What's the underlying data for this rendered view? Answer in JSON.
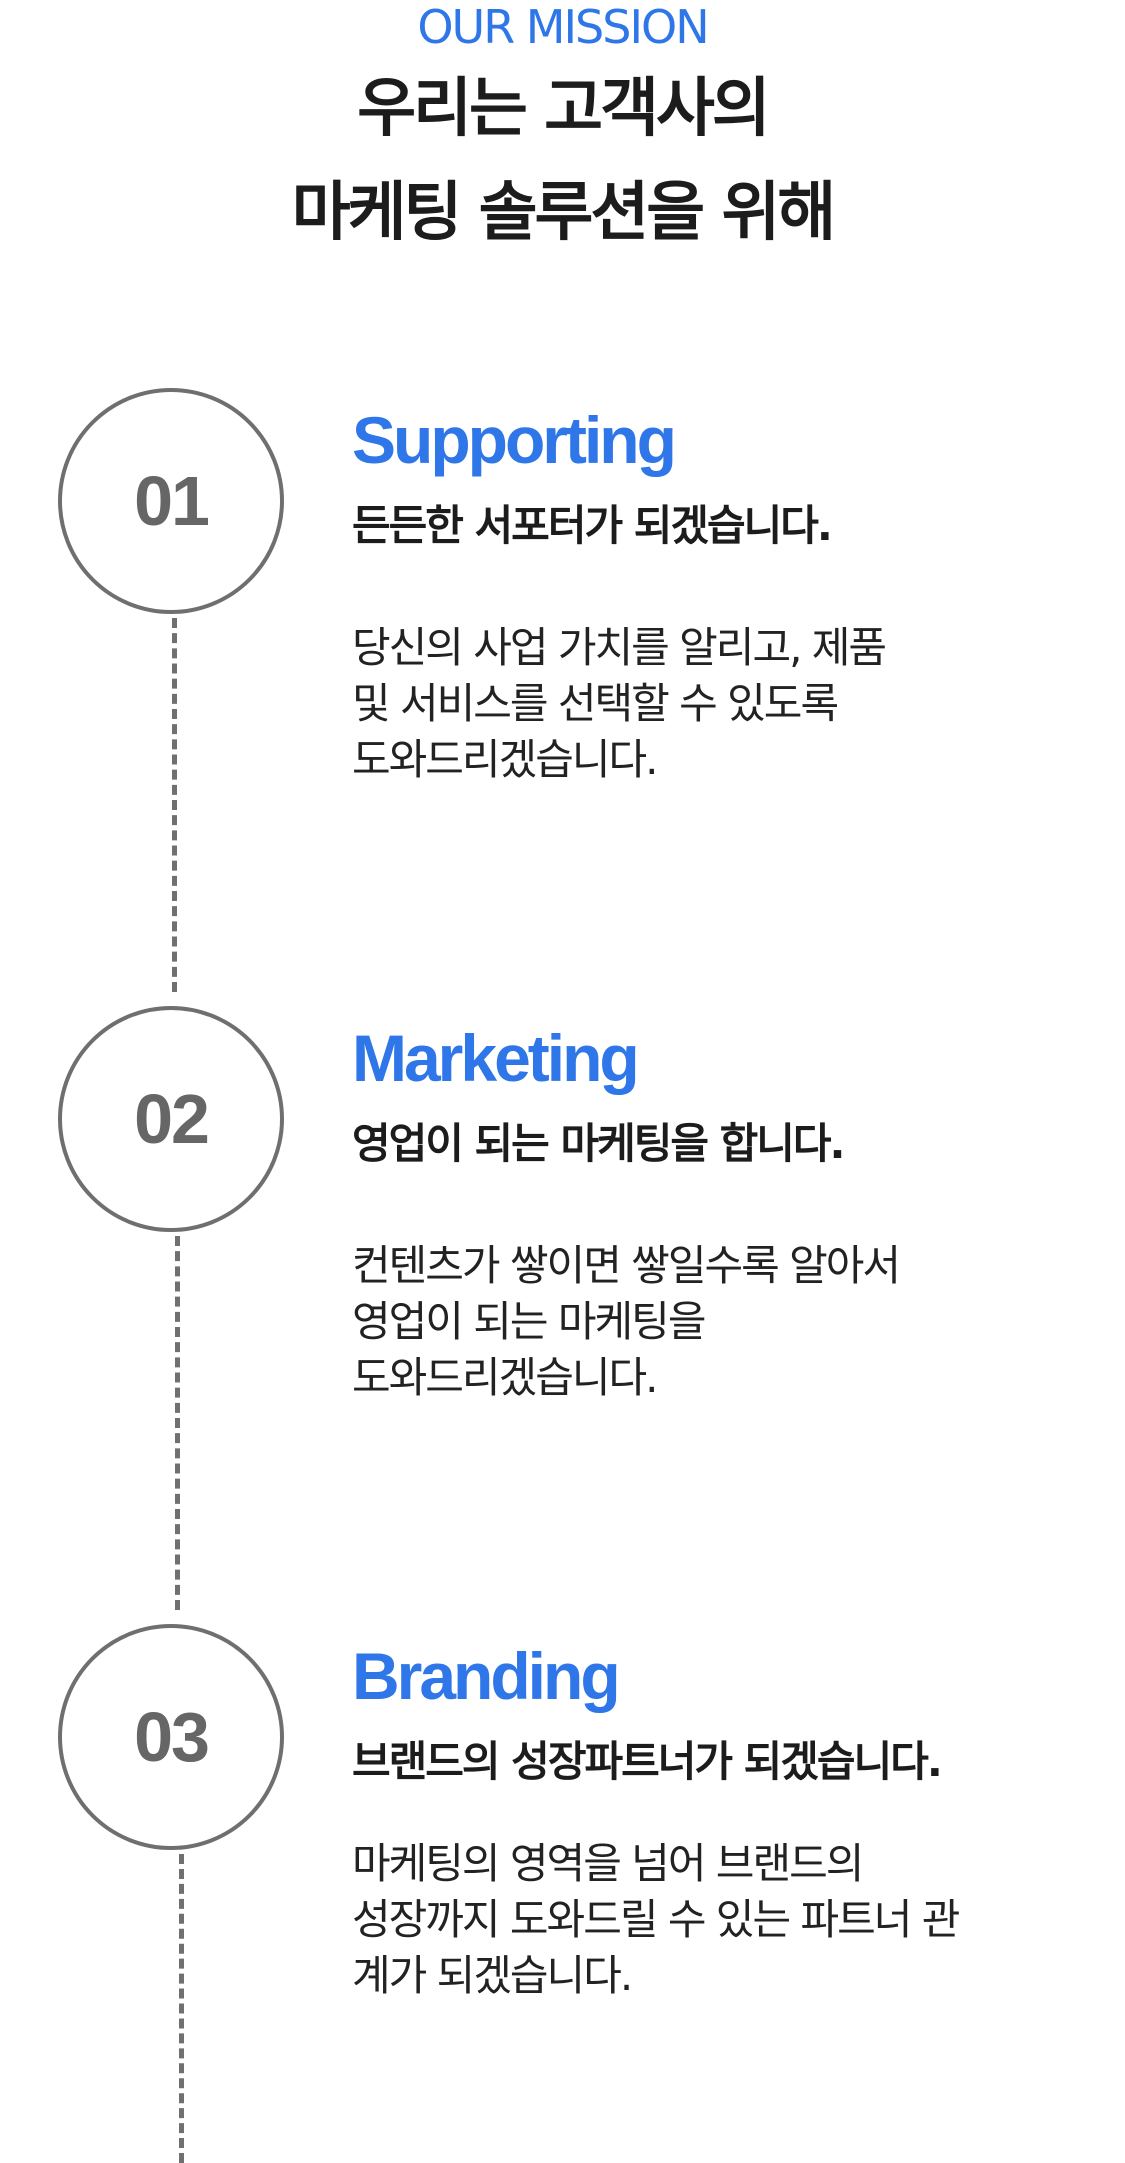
{
  "header": {
    "eyebrow": "OUR MISSION",
    "title_line1": "우리는 고객사의",
    "title_line2": "마케팅 솔루션을 위해"
  },
  "steps": [
    {
      "number": "01",
      "name": "Supporting",
      "tagline": "든든한 서포터가 되겠습니다.",
      "description": [
        "당신의 사업 가치를 알리고, 제품",
        "및 서비스를 선택할 수 있도록",
        "도와드리겠습니다."
      ]
    },
    {
      "number": "02",
      "name": "Marketing",
      "tagline": "영업이 되는 마케팅을 합니다.",
      "description": [
        "컨텐츠가 쌓이면 쌓일수록 알아서",
        "영업이 되는 마케팅을",
        "도와드리겠습니다."
      ]
    },
    {
      "number": "03",
      "name": "Branding",
      "tagline": "브랜드의 성장파트너가 되겠습니다.",
      "description": [
        "마케팅의 영역을 넘어 브랜드의",
        "성장까지 도와드릴 수 있는 파트너 관",
        "계가 되겠습니다."
      ]
    }
  ],
  "colors": {
    "accent": "#2f76e8",
    "circle_border": "#6f6f6f",
    "heading": "#1c1c1c"
  }
}
